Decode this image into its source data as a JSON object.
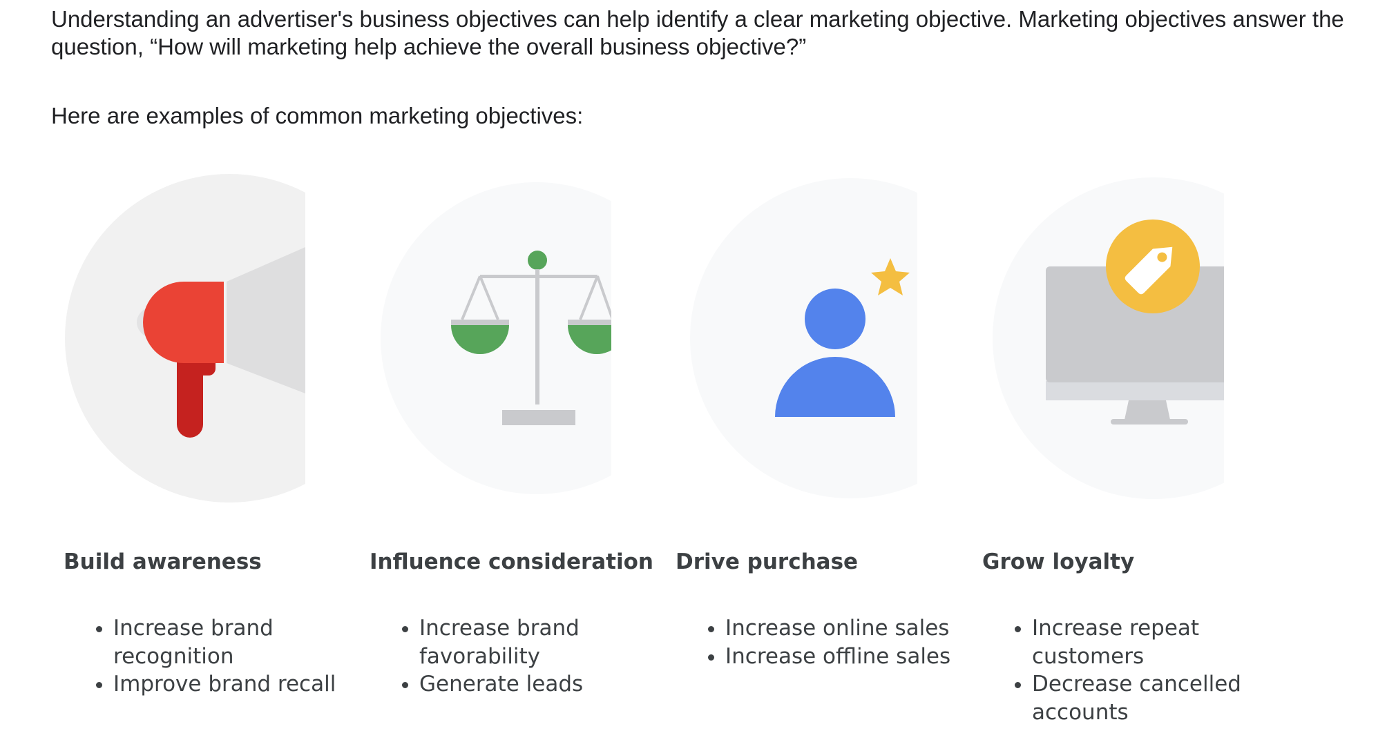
{
  "intro": {
    "paragraph": "Understanding an advertiser's business objectives can help identify a clear marketing objective. Marketing objectives answer the question, “How will marketing help achieve the overall business objective?”",
    "lead": "Here are examples of common marketing objectives:"
  },
  "objectives": [
    {
      "title": "Build awareness",
      "icon": "megaphone-icon",
      "items": [
        "Increase brand recognition",
        "Improve brand recall"
      ]
    },
    {
      "title": "Influence consideration",
      "icon": "balance-scale-icon",
      "items": [
        "Increase brand favorability",
        "Generate leads"
      ]
    },
    {
      "title": "Drive purchase",
      "icon": "person-star-icon",
      "items": [
        "Increase online sales",
        "Increase offline sales"
      ]
    },
    {
      "title": "Grow loyalty",
      "icon": "monitor-price-tag-icon",
      "items": [
        "Increase repeat customers",
        "Decrease cancelled accounts"
      ]
    }
  ],
  "colors": {
    "red": "#EA4335",
    "dark_red": "#C5221F",
    "green": "#57A55A",
    "blue": "#5383EC",
    "yellow": "#F4BE41",
    "grey_light": "#F1F1F1",
    "grey": "#C9CACD"
  }
}
